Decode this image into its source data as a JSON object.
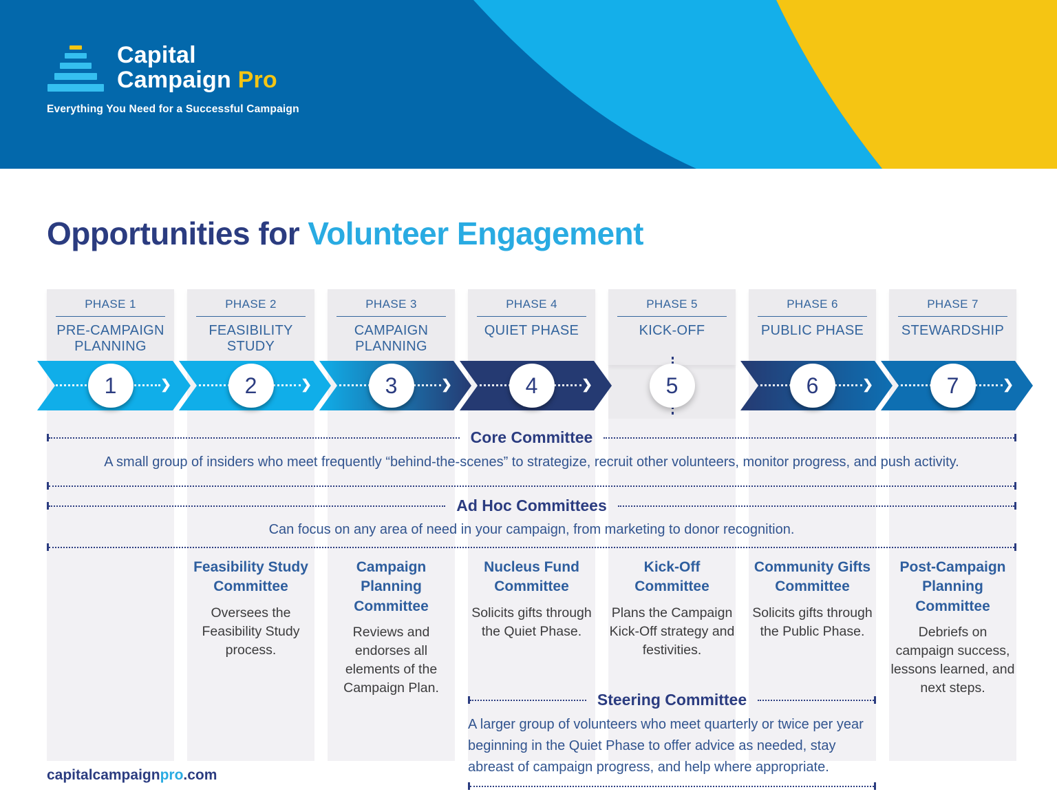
{
  "logo": {
    "line1": "Capital",
    "line2": "Campaign ",
    "line2_accent": "Pro",
    "tagline": "Everything You Need for a Successful Campaign"
  },
  "title": {
    "prefix": "Opportunities for ",
    "accent": "Volunteer Engagement"
  },
  "phases": [
    {
      "label": "PHASE 1",
      "name": "PRE-CAMPAIGN PLANNING",
      "number": "1",
      "arrow_style": "light-blue"
    },
    {
      "label": "PHASE 2",
      "name": "FEASIBILITY STUDY",
      "number": "2",
      "arrow_style": "light-blue"
    },
    {
      "label": "PHASE 3",
      "name": "CAMPAIGN PLANNING",
      "number": "3",
      "arrow_style": "gradient-lightblue-navy"
    },
    {
      "label": "PHASE 4",
      "name": "QUIET PHASE",
      "number": "4",
      "arrow_style": "navy"
    },
    {
      "label": "PHASE 5",
      "name": "KICK-OFF",
      "number": "5",
      "arrow_style": "none-dotted-circle"
    },
    {
      "label": "PHASE 6",
      "name": "PUBLIC PHASE",
      "number": "6",
      "arrow_style": "gradient-navy-blue"
    },
    {
      "label": "PHASE 7",
      "name": "STEWARDSHIP",
      "number": "7",
      "arrow_style": "blue"
    }
  ],
  "sections": {
    "core": {
      "title": "Core Committee",
      "description": "A small group of insiders who meet frequently “behind-the-scenes” to strategize, recruit other volunteers, monitor progress, and push activity."
    },
    "adhoc": {
      "title": "Ad Hoc Committees",
      "description": "Can focus on any area of need in your campaign, from marketing to donor recognition."
    },
    "steering": {
      "title": "Steering Committee",
      "description": "A larger group of volunteers who meet quarterly or twice per year beginning in the Quiet Phase to offer advice as needed, stay abreast of campaign progress, and help where appropriate."
    }
  },
  "committees": [
    {
      "name": "Feasibility Study Committee",
      "description": "Oversees the Feasibility Study process."
    },
    {
      "name": "Campaign Planning Committee",
      "description": "Reviews and endorses all elements of the Campaign Plan."
    },
    {
      "name": "Nucleus Fund Committee",
      "description": "Solicits gifts through the Quiet Phase."
    },
    {
      "name": "Kick-Off Committee",
      "description": "Plans the Campaign Kick-Off strategy and festivities."
    },
    {
      "name": "Community Gifts Committee",
      "description": "Solicits gifts through the Public Phase."
    },
    {
      "name": "Post-Campaign Planning Committee",
      "description": "Debriefs on campaign success, lessons learned, and next steps."
    }
  ],
  "footer": {
    "url_prefix": "capitalcampaign",
    "url_accent": "pro",
    "url_suffix": ".com"
  },
  "colors": {
    "header_blue": "#0368AB",
    "light_blue_band": "#14AFEA",
    "yellow": "#F5C513",
    "navy": "#253A72",
    "mid_blue": "#0E6FB2",
    "arrow_light_blue": "#10AEE9",
    "title_navy": "#2B3C80",
    "title_light_blue": "#29ABE2",
    "phase_text_blue": "#33649D",
    "column_gray": "#ECEBEE"
  }
}
